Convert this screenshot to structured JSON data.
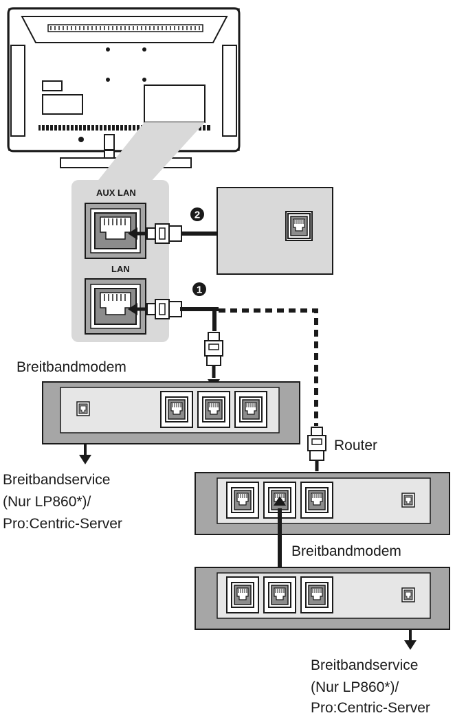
{
  "tv": {
    "ports": {
      "aux_lan": "AUX LAN",
      "lan": "LAN"
    }
  },
  "callouts": {
    "one": "1",
    "two": "2"
  },
  "devices": {
    "modem_left": "Breitbandmodem",
    "router": "Router",
    "modem_bottom": "Breitbandmodem"
  },
  "services": {
    "left": [
      "Breitbandservice",
      "(Nur LP860*)/",
      "Pro:Centric-Server"
    ],
    "right": [
      "Breitbandservice",
      "(Nur LP860*)/",
      "Pro:Centric-Server"
    ]
  },
  "colors": {
    "line": "#1a1a1a",
    "panel": "#d9d9d9",
    "box_outer": "#a6a6a6",
    "box_inner": "#e6e6e6",
    "port_fill": "#8c8c8c"
  }
}
